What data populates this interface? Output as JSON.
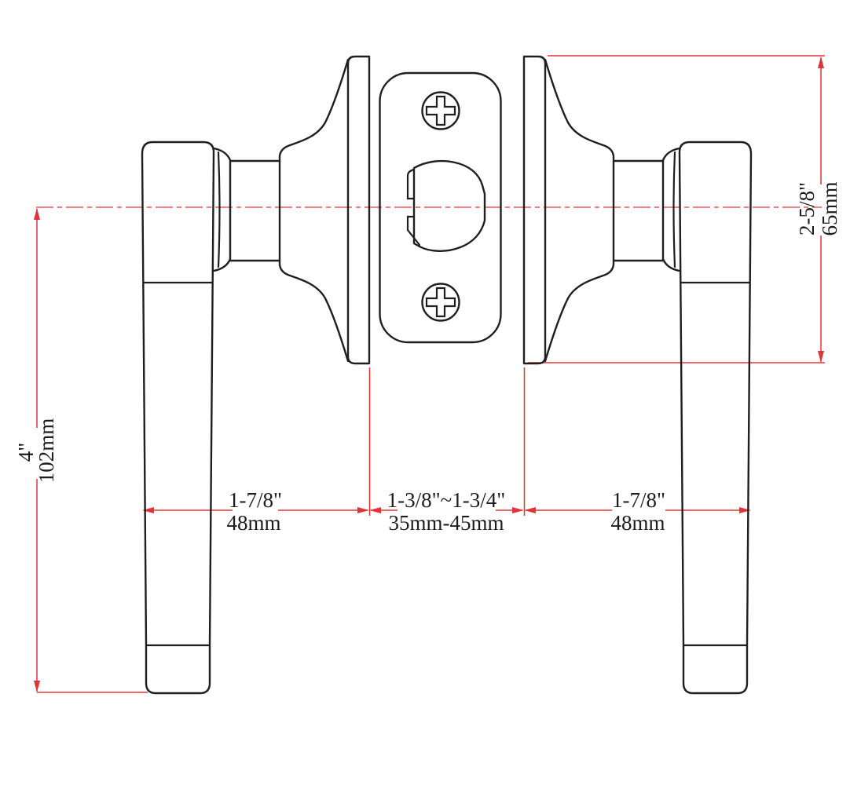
{
  "drawing": {
    "type": "door-lever-handle-dimension-drawing",
    "colors": {
      "dimension_red": "#e23438",
      "line_black": "#1f1f1f",
      "background": "#ffffff"
    },
    "dimensions": {
      "lever_length": {
        "inches": "4\"",
        "mm": "102mm"
      },
      "rose_height": {
        "inches": "2-5/8\"",
        "mm": "65mm"
      },
      "left_projection": {
        "inches": "1-7/8\"",
        "mm": "48mm"
      },
      "door_thickness": {
        "inches": "1-3/8\"~1-3/4\"",
        "mm": "35mm-45mm"
      },
      "right_projection": {
        "inches": "1-7/8\"",
        "mm": "48mm"
      }
    }
  }
}
